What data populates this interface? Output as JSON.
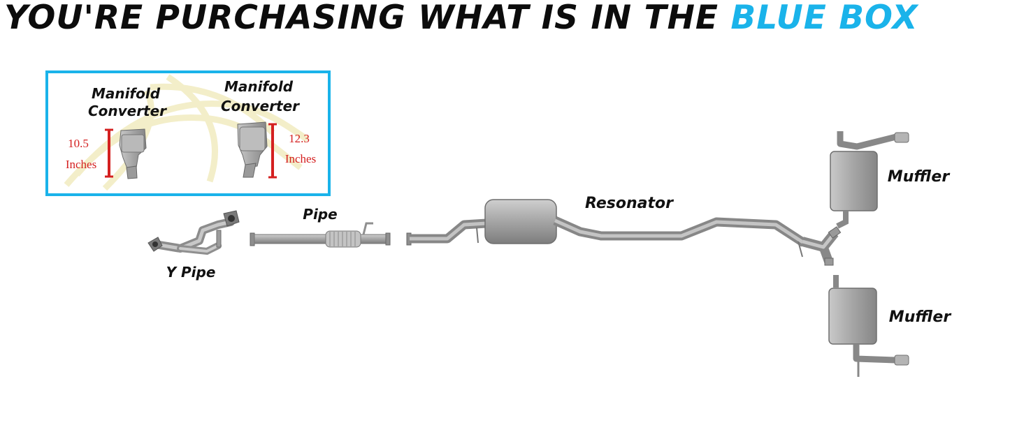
{
  "headline": {
    "prefix": "YOU'RE PURCHASING WHAT IS IN THE",
    "highlight": "BLUE BOX"
  },
  "colors": {
    "accent": "#1ab3ea",
    "measure_bar": "#d42020",
    "part_metal": "#a4a4a4"
  },
  "inset": {
    "converter_1": {
      "title_line1": "Manifold",
      "title_line2": "Converter",
      "measure_value": "10.5",
      "measure_unit": "Inches"
    },
    "converter_2": {
      "title_line1": "Manifold",
      "title_line2": "Converter",
      "measure_value": "12.3",
      "measure_unit": "Inches"
    }
  },
  "parts": {
    "y_pipe": "Y Pipe",
    "pipe": "Pipe",
    "resonator": "Resonator",
    "muffler_upper": "Muffler",
    "muffler_lower": "Muffler"
  }
}
